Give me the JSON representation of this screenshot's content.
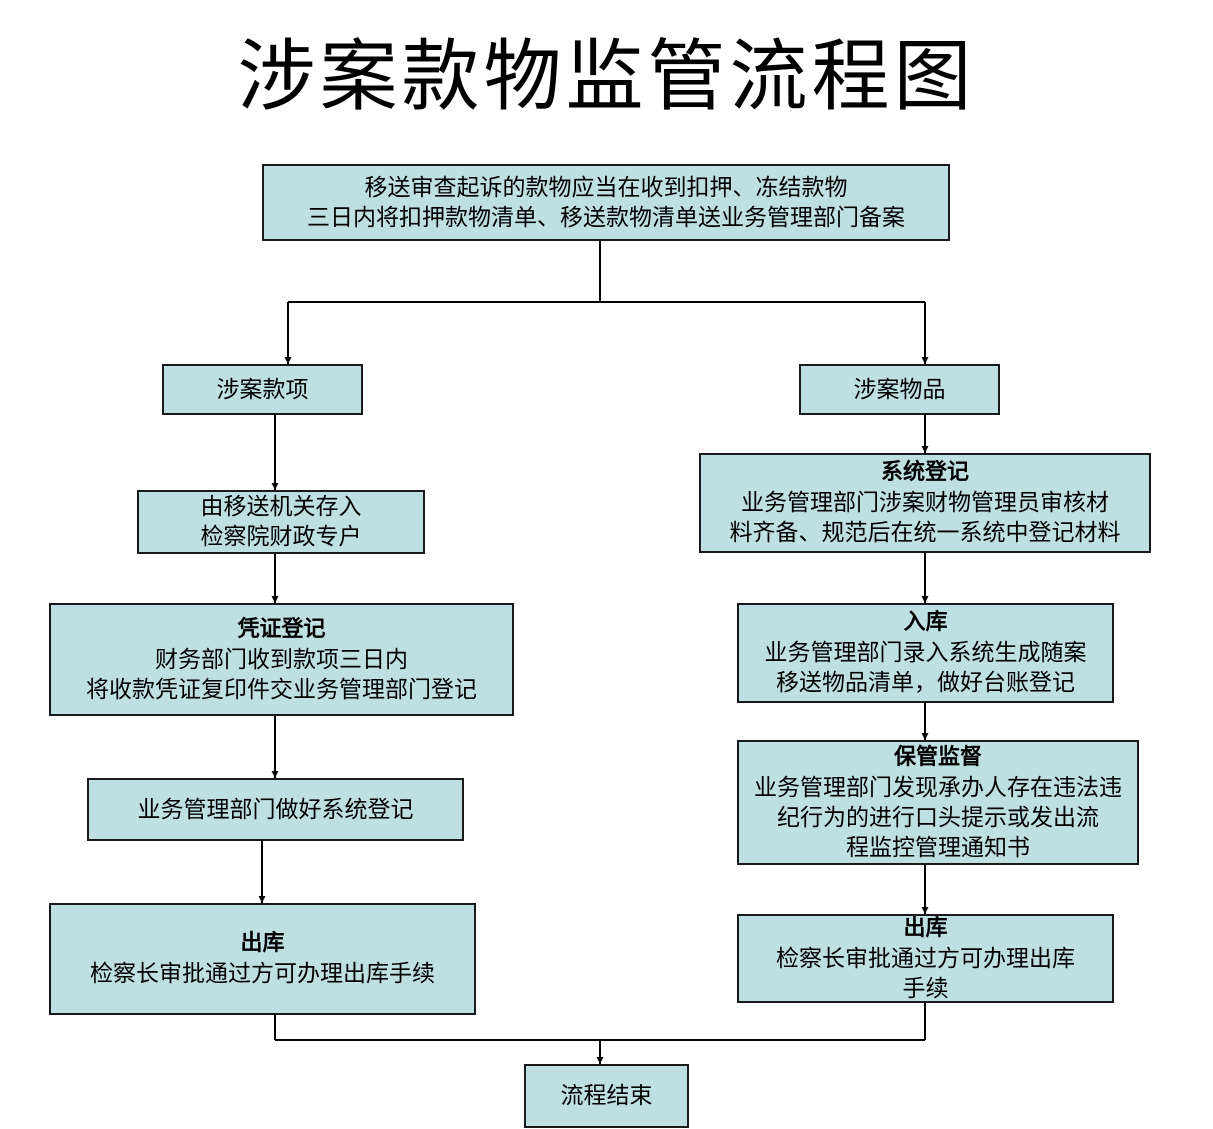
{
  "title": "涉案款物监管流程图",
  "top": {
    "lines": [
      "移送审查起诉的款物应当在收到扣押、冻结款物",
      "三日内将扣押款物清单、移送款物清单送业务管理部门备案"
    ]
  },
  "left": {
    "branch": "涉案款项",
    "deposit": {
      "lines": [
        "由移送机关存入",
        "检察院财政专户"
      ]
    },
    "voucher": {
      "heading": "凭证登记",
      "lines": [
        "财务部门收到款项三日内",
        "将收款凭证复印件交业务管理部门登记"
      ]
    },
    "sysreg": "业务管理部门做好系统登记",
    "out": {
      "heading": "出库",
      "lines": [
        "检察长审批通过方可办理出库手续"
      ]
    }
  },
  "right": {
    "branch": "涉案物品",
    "sysreg": {
      "heading": "系统登记",
      "lines": [
        "业务管理部门涉案财物管理员审核材",
        "料齐备、规范后在统一系统中登记材料"
      ]
    },
    "in": {
      "heading": "入库",
      "lines": [
        "业务管理部门录入系统生成随案",
        "移送物品清单，做好台账登记"
      ]
    },
    "supervise": {
      "heading": "保管监督",
      "lines": [
        "业务管理部门发现承办人存在违法违",
        "纪行为的进行口头提示或发出流",
        "程监控管理通知书"
      ]
    },
    "out": {
      "heading": "出库",
      "lines": [
        "检察长审批通过方可办理出库",
        "手续"
      ]
    }
  },
  "end": "流程结束"
}
